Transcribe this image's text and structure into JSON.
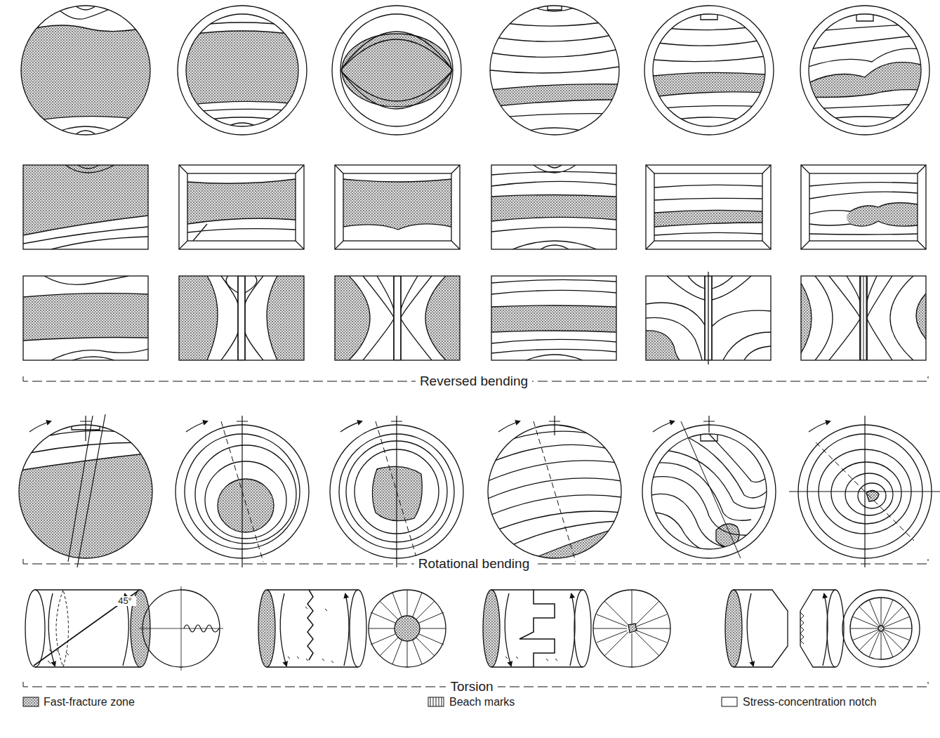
{
  "diagram": {
    "labels": [
      "Reversed bending",
      "Rotational bending",
      "Torsion",
      "45°"
    ],
    "legend": [
      {
        "text": "Fast-fracture zone"
      },
      {
        "text": "Beach marks"
      },
      {
        "text": "Stress-concentration notch"
      }
    ]
  }
}
